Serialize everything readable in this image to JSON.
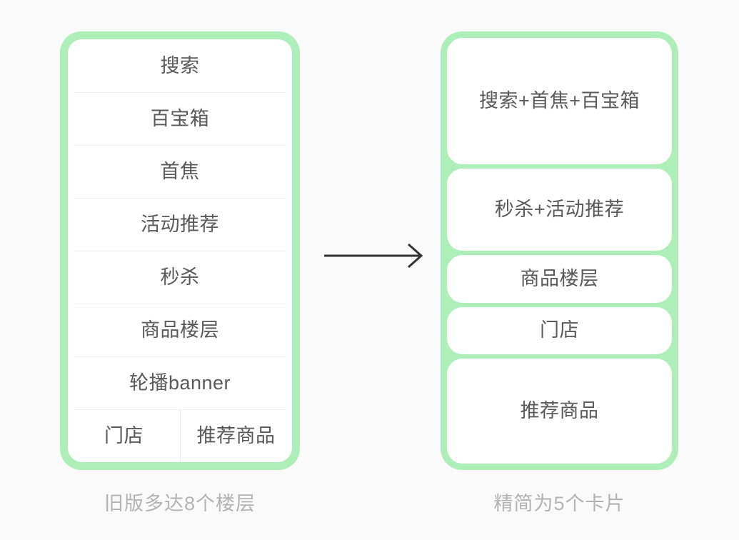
{
  "diagram": {
    "title_old": "旧版多达8个楼层",
    "title_new": "精简为5个卡片",
    "accent_green": "#aeeeb9",
    "card_white": "#ffffff",
    "text_gray": "#595959",
    "caption_gray": "#b3b3b3",
    "background": "#fafafa"
  },
  "old_version": {
    "caption": "旧版多达8个楼层",
    "floor_count": 8,
    "rows": [
      {
        "label": "搜索"
      },
      {
        "label": "百宝箱"
      },
      {
        "label": "首焦"
      },
      {
        "label": "活动推荐"
      },
      {
        "label": "秒杀"
      },
      {
        "label": "商品楼层"
      },
      {
        "label": "轮播banner"
      }
    ],
    "split_row": {
      "left_label": "门店",
      "right_label": "推荐商品"
    }
  },
  "new_version": {
    "caption": "精简为5个卡片",
    "card_count": 5,
    "cards": [
      {
        "label": "搜索+首焦+百宝箱",
        "flex": 200
      },
      {
        "label": "秒杀+活动推荐",
        "flex": 131
      },
      {
        "label": "商品楼层",
        "flex": 76
      },
      {
        "label": "门店",
        "flex": 74
      },
      {
        "label": "推荐商品",
        "flex": 167
      }
    ]
  },
  "arrow": {
    "name": "rightwards-arrow",
    "direction": "right",
    "color": "#333333"
  }
}
